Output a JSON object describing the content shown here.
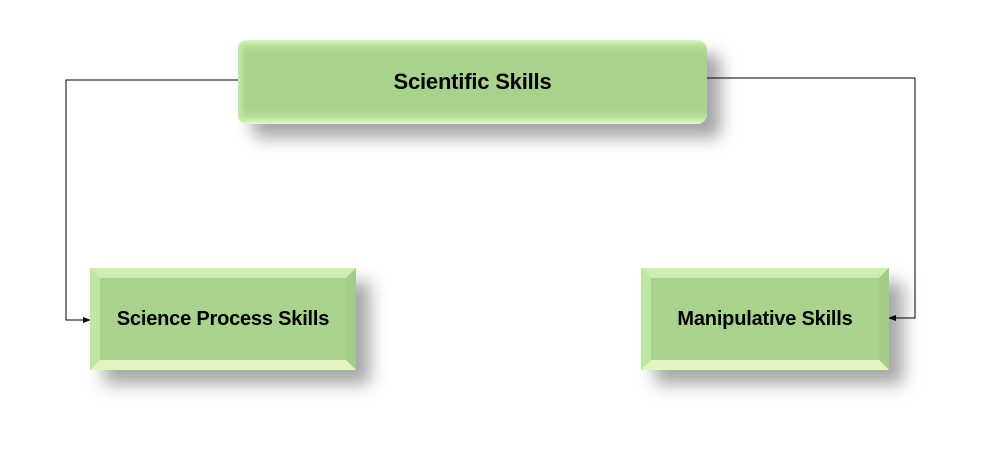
{
  "diagram": {
    "type": "hierarchy",
    "root": {
      "id": "scientific-skills",
      "label": "Scientific Skills"
    },
    "children": [
      {
        "id": "science-process-skills",
        "label": "Science Process Skills"
      },
      {
        "id": "manipulative-skills",
        "label": "Manipulative Skills"
      }
    ],
    "edges": [
      {
        "from": "scientific-skills",
        "to": "science-process-skills",
        "style": "elbow-arrow"
      },
      {
        "from": "scientific-skills",
        "to": "manipulative-skills",
        "style": "elbow-arrow"
      }
    ],
    "colors": {
      "node_fill": "#a8d28e",
      "node_highlight": "#e8f7c8",
      "connector": "#000000",
      "text": "#000000",
      "background": "#ffffff"
    }
  }
}
